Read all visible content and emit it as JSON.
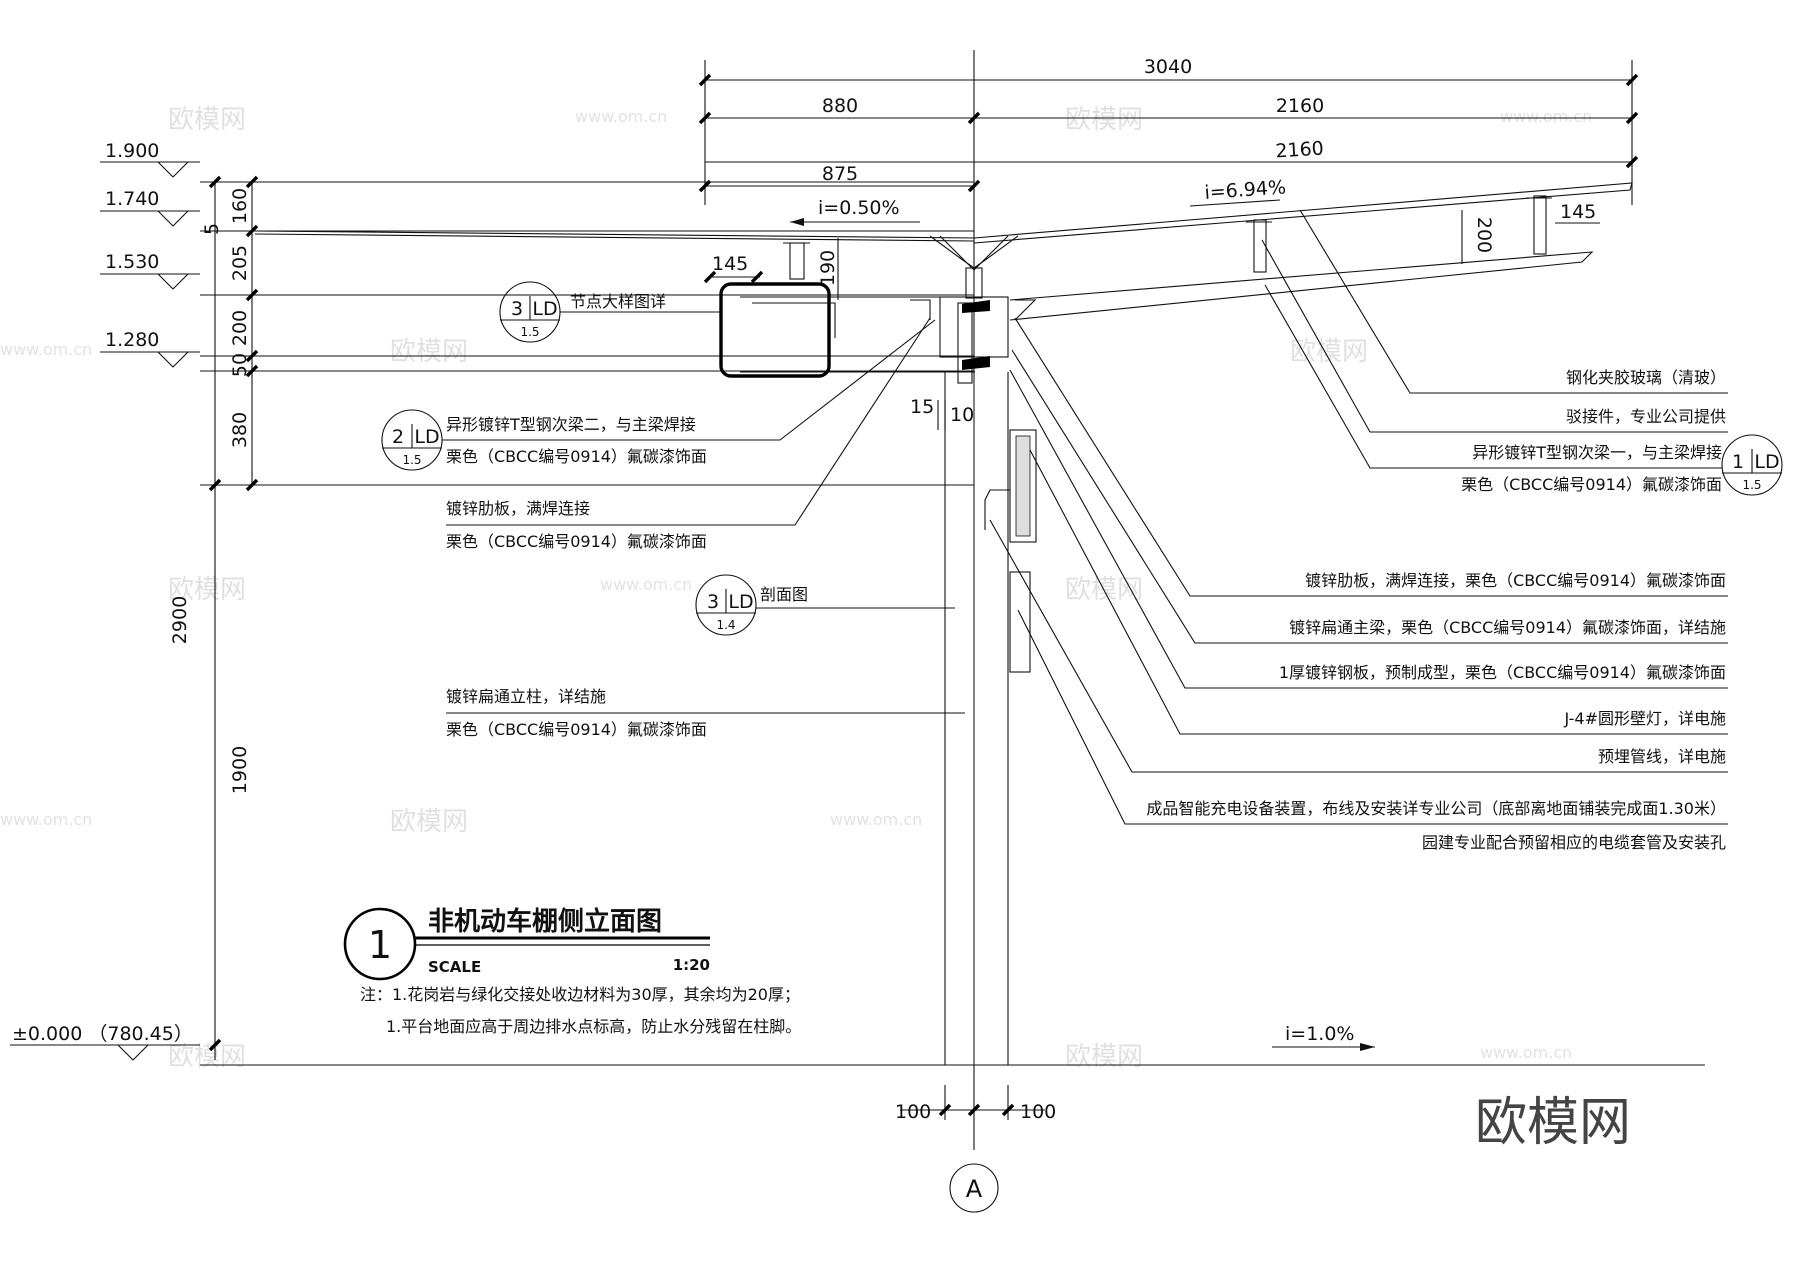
{
  "dimensions": {
    "top_total": "3040",
    "top_left": "880",
    "top_right": "2160",
    "left_beam": "875",
    "right_beam": "2160",
    "d145_left": "145",
    "d190": "190",
    "d200": "200",
    "d145_right": "145",
    "d15": "15",
    "d10": "10",
    "bottom_left": "100",
    "bottom_right": "100"
  },
  "vertical_dims": [
    "160",
    "5",
    "205",
    "200",
    "50",
    "380",
    "2900",
    "1900"
  ],
  "levels": [
    "1.900",
    "1.740",
    "1.530",
    "1.280",
    "±0.000 （780.45）"
  ],
  "slopes": {
    "left": "i=0.50%",
    "right": "i=6.94%",
    "ground": "i=1.0%"
  },
  "callouts": [
    {
      "num": "3",
      "code": "LD",
      "sheet": "1.5",
      "text": "节点大样图详"
    },
    {
      "num": "2",
      "code": "LD",
      "sheet": "1.5"
    },
    {
      "num": "3",
      "code": "LD",
      "sheet": "1.4",
      "text": "剖面图"
    },
    {
      "num": "1",
      "code": "LD",
      "sheet": "1.5"
    }
  ],
  "left_labels": [
    {
      "line1": "异形镀锌T型钢次梁二，与主梁焊接",
      "line2": "栗色（CBCC编号0914）氟碳漆饰面"
    },
    {
      "line1": "镀锌肋板，满焊连接",
      "line2": "栗色（CBCC编号0914）氟碳漆饰面"
    },
    {
      "line1": "镀锌扁通立柱，详结施",
      "line2": "栗色（CBCC编号0914）氟碳漆饰面"
    }
  ],
  "right_labels": [
    "钢化夹胶玻璃（清玻）",
    "驳接件，专业公司提供",
    "异形镀锌T型钢次梁一，与主梁焊接",
    "栗色（CBCC编号0914）氟碳漆饰面",
    "镀锌肋板，满焊连接，栗色（CBCC编号0914）氟碳漆饰面",
    "镀锌扁通主梁，栗色（CBCC编号0914）氟碳漆饰面，详结施",
    "1厚镀锌钢板，预制成型，栗色（CBCC编号0914）氟碳漆饰面",
    "J-4#圆形壁灯，详电施",
    "预埋管线，详电施",
    "成品智能充电设备装置，布线及安装详专业公司（底部离地面铺装完成面1.30米）",
    "园建专业配合预留相应的电缆套管及安装孔"
  ],
  "title_block": {
    "number": "1",
    "title": "非机动车棚侧立面图",
    "scale_label": "SCALE",
    "scale_value": "1:20"
  },
  "notes": [
    "注：1.花岗岩与绿化交接处收边材料为30厚，其余均为20厚；",
    "1.平台地面应高于周边排水点标高，防止水分残留在柱脚。"
  ],
  "axis_label": "A",
  "watermark": {
    "brand": "欧模网",
    "url": "www.om.cn",
    "corner": "欧模网"
  }
}
